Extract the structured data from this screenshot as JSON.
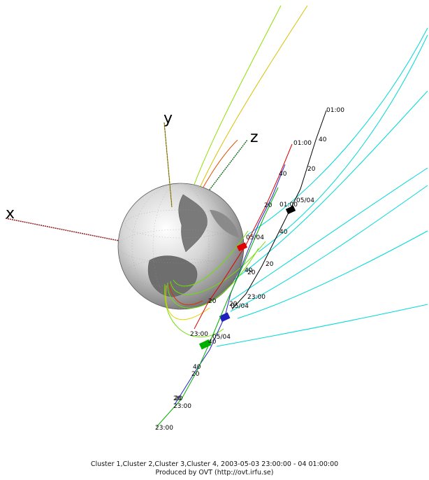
{
  "axes": {
    "x": "x",
    "y": "y",
    "z": "z"
  },
  "caption": {
    "line1": "Cluster 1,Cluster 2,Cluster 3,Cluster 4, 2003-05-03 23:00:00 - 04 01:00:00",
    "line2": "Produced by OVT (http://ovt.irfu.se)"
  },
  "orbit_labels": {
    "black": [
      "01:00",
      "40",
      "20",
      "05/04",
      "40",
      "20",
      "23:00"
    ],
    "red": [
      "01:00",
      "40",
      "20",
      "05/04",
      "20",
      "23:00"
    ],
    "blue": [
      "01:00",
      "40",
      "20",
      "05/04",
      "20",
      "40",
      "20"
    ],
    "green": [
      "05/04",
      "40",
      "20",
      "20",
      "23:00",
      "23:00"
    ]
  },
  "colors": {
    "cluster1": "#000000",
    "cluster2": "#e00000",
    "cluster3": "#2020c0",
    "cluster4": "#00b000",
    "field_line_outer": "#00d8d8",
    "field_line_inner": "#6ee000",
    "field_line_polar": "#e8d000",
    "axis_x": "#8b1a1a",
    "axis_y": "#c8b400",
    "axis_z": "#1e6e1e"
  }
}
